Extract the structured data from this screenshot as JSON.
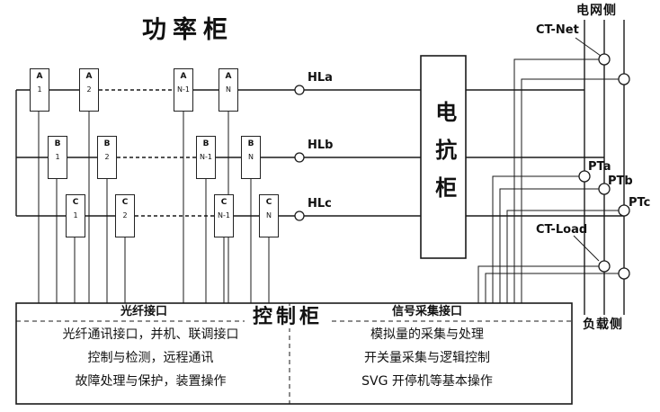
{
  "title": "功率柜",
  "labels": {
    "grid_side": "电网侧",
    "load_side": "负载侧",
    "ct_net": "CT-Net",
    "ct_load": "CT-Load",
    "pt_a": "PTa",
    "pt_b": "PTb",
    "pt_c": "PTc",
    "hl_a": "HLa",
    "hl_b": "HLb",
    "hl_c": "HLc"
  },
  "reactor_cabinet": {
    "title": "电抗柜"
  },
  "control_cabinet": {
    "title": "控制柜",
    "fiber": {
      "header": "光纤接口",
      "lines": [
        "光纤通讯接口，并机、联调接口",
        "控制与检测，远程通讯",
        "故障处理与保护，装置操作"
      ]
    },
    "signal": {
      "header": "信号采集接口",
      "lines": [
        "模拟量的采集与处理",
        "开关量采集与逻辑控制",
        "SVG 开停机等基本操作"
      ]
    }
  },
  "units": {
    "row_a": [
      {
        "letter": "A",
        "sub": "1"
      },
      {
        "letter": "A",
        "sub": "2"
      },
      {
        "letter": "A",
        "sub": "N-1"
      },
      {
        "letter": "A",
        "sub": "N"
      }
    ],
    "row_b": [
      {
        "letter": "B",
        "sub": "1"
      },
      {
        "letter": "B",
        "sub": "2"
      },
      {
        "letter": "B",
        "sub": "N-1"
      },
      {
        "letter": "B",
        "sub": "N"
      }
    ],
    "row_c": [
      {
        "letter": "C",
        "sub": "1"
      },
      {
        "letter": "C",
        "sub": "2"
      },
      {
        "letter": "C",
        "sub": "N-1"
      },
      {
        "letter": "C",
        "sub": "N"
      }
    ]
  },
  "colors": {
    "line": "#1a1a1a",
    "background": "#ffffff"
  }
}
